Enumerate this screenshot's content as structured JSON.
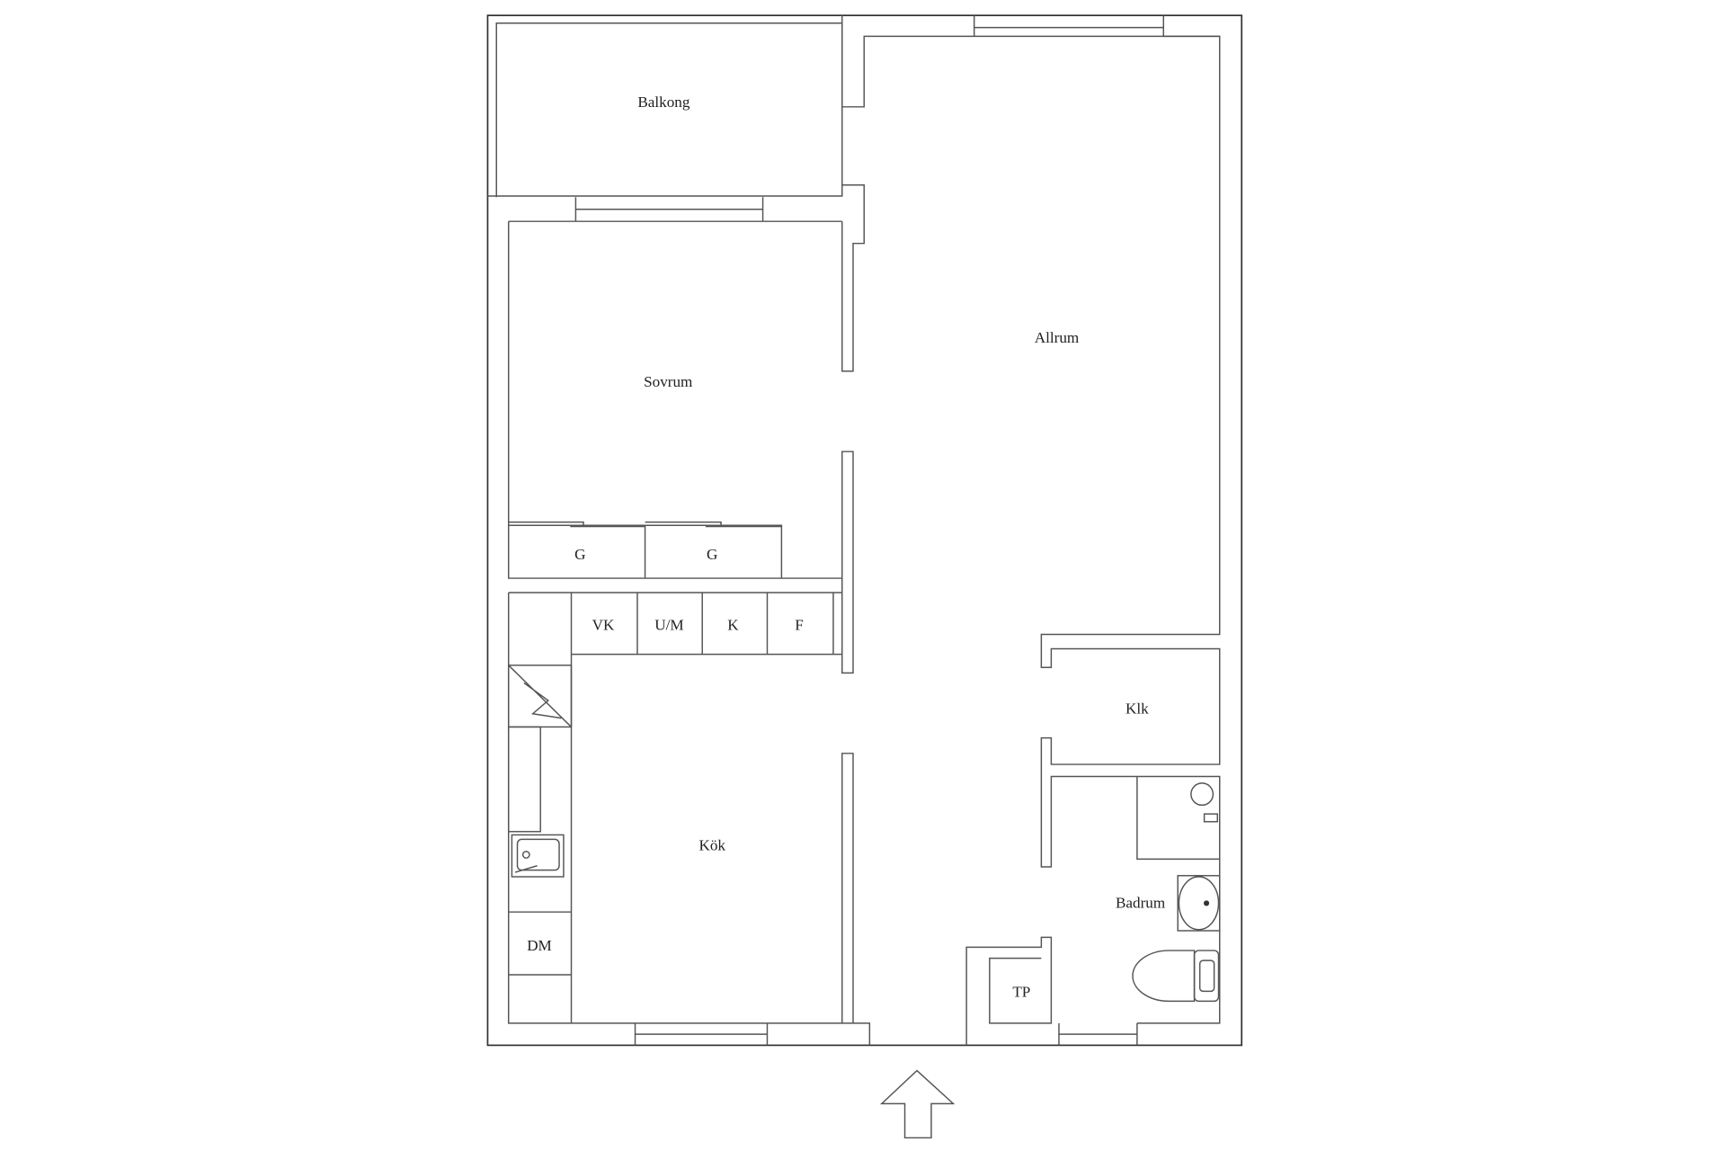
{
  "rooms": {
    "balkong": "Balkong",
    "sovrum": "Sovrum",
    "allrum": "Allrum",
    "kok": "Kök",
    "klk": "Klk",
    "badrum": "Badrum"
  },
  "fixtures": {
    "g1": "G",
    "g2": "G",
    "vk": "VK",
    "um": "U/M",
    "k": "K",
    "f": "F",
    "dm": "DM",
    "tp": "TP"
  },
  "icons": {
    "entrance": "entrance-arrow-icon",
    "stove": "stove-icon",
    "sink": "kitchen-sink-icon",
    "washbasin": "washbasin-icon",
    "toilet": "toilet-icon",
    "shower": "shower-icon"
  },
  "colors": {
    "line": "#555555",
    "background": "#ffffff"
  }
}
